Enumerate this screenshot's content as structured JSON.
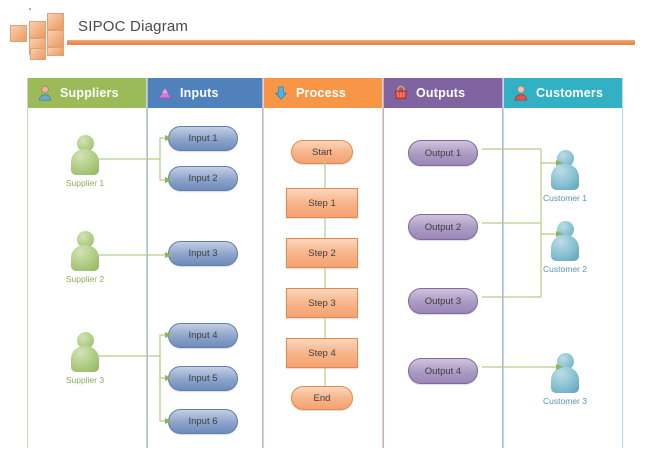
{
  "header": {
    "title": "SIPOC Diagram",
    "logo_name": "orange-blocks-logo",
    "rule_color": "#ef8f54"
  },
  "columns": [
    {
      "key": "suppliers",
      "label": "Suppliers",
      "icon": "supplier-person-icon",
      "header_color": "#9bbb59",
      "border_color": "#cdd9b0"
    },
    {
      "key": "inputs",
      "label": "Inputs",
      "icon": "purple-triangle-icon",
      "header_color": "#4f81bd",
      "border_color": "#a8bedd"
    },
    {
      "key": "process",
      "label": "Process",
      "icon": "blue-down-arrow-icon",
      "header_color": "#f79646",
      "border_color": "#f6cdae"
    },
    {
      "key": "outputs",
      "label": "Outputs",
      "icon": "shopping-basket-icon",
      "header_color": "#8064a2",
      "border_color": "#c3b0d4"
    },
    {
      "key": "customers",
      "label": "Customers",
      "icon": "customer-person-icon",
      "header_color": "#31b0c6",
      "border_color": "#b3dfe8"
    }
  ],
  "suppliers": [
    {
      "label": "Supplier 1"
    },
    {
      "label": "Supplier 2"
    },
    {
      "label": "Supplier 3"
    }
  ],
  "inputs": [
    {
      "label": "Input 1"
    },
    {
      "label": "Input 2"
    },
    {
      "label": "Input 3"
    },
    {
      "label": "Input 4"
    },
    {
      "label": "Input 5"
    },
    {
      "label": "Input 6"
    }
  ],
  "process": [
    {
      "label": "Start",
      "shape": "terminator"
    },
    {
      "label": "Step 1",
      "shape": "rectangle"
    },
    {
      "label": "Step 2",
      "shape": "rectangle"
    },
    {
      "label": "Step 3",
      "shape": "rectangle"
    },
    {
      "label": "Step 4",
      "shape": "rectangle"
    },
    {
      "label": "End",
      "shape": "terminator"
    }
  ],
  "outputs": [
    {
      "label": "Output 1"
    },
    {
      "label": "Output 2"
    },
    {
      "label": "Output 3"
    },
    {
      "label": "Output 4"
    }
  ],
  "customers": [
    {
      "label": "Customer 1"
    },
    {
      "label": "Customer 2"
    },
    {
      "label": "Customer 3"
    }
  ],
  "connector_color": "#b2cf86"
}
